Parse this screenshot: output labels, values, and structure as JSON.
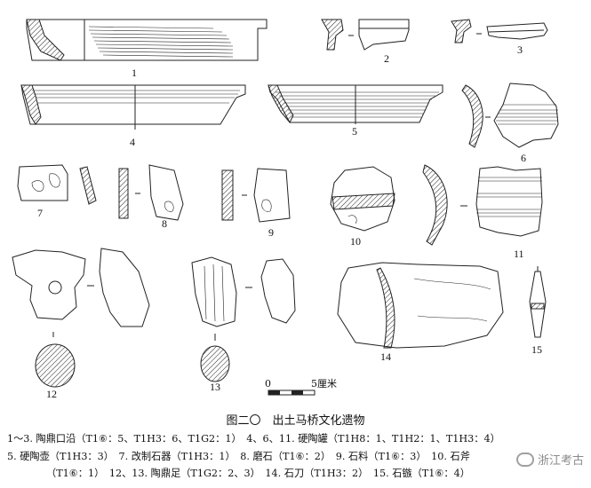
{
  "figure": {
    "title": "图二〇　出土马桥文化遗物",
    "legend": [
      "1～3. 陶鼎口沿（T1⑥：5、T1H3：6、T1G2：1）　4、6、11. 硬陶罐（T1H8：1、T1H2：1、T1H3：4）",
      "5. 硬陶壶（T1H3：3）　7. 改制石器（T1H3：1）　8. 磨石（T1⑥：2）　9. 石料（T1⑥：3）　10. 石斧",
      "（T1⑥：1）　12、13. 陶鼎足（T1G2：2、3）　14. 石刀（T1H3：2）　15. 石镞（T1⑥：4）"
    ],
    "scale_bar": {
      "start_label": "0",
      "end_label": "5厘米"
    },
    "watermark": "浙江考古"
  },
  "artifacts": [
    {
      "id": "1",
      "label": "1"
    },
    {
      "id": "2",
      "label": "2"
    },
    {
      "id": "3",
      "label": "3"
    },
    {
      "id": "4",
      "label": "4"
    },
    {
      "id": "5",
      "label": "5"
    },
    {
      "id": "6",
      "label": "6"
    },
    {
      "id": "7",
      "label": "7"
    },
    {
      "id": "8",
      "label": "8"
    },
    {
      "id": "9",
      "label": "9"
    },
    {
      "id": "10",
      "label": "10"
    },
    {
      "id": "11",
      "label": "11"
    },
    {
      "id": "12",
      "label": "12"
    },
    {
      "id": "13",
      "label": "13"
    },
    {
      "id": "14",
      "label": "14"
    },
    {
      "id": "15",
      "label": "15"
    }
  ]
}
